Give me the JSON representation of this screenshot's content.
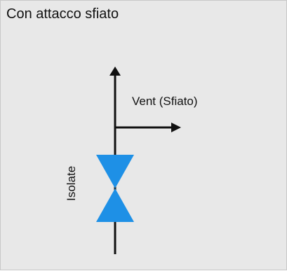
{
  "title": "Con attacco sfiato",
  "labels": {
    "vent": "Vent (Sfiato)",
    "isolate": "Isolate"
  },
  "colors": {
    "background": "#e8e8e8",
    "line": "#111111",
    "valve_fill": "#1e90e6"
  },
  "icons": {
    "valve": "isolation-valve-icon",
    "flow_arrow": "arrow-up-icon",
    "vent_arrow": "arrow-right-icon"
  }
}
